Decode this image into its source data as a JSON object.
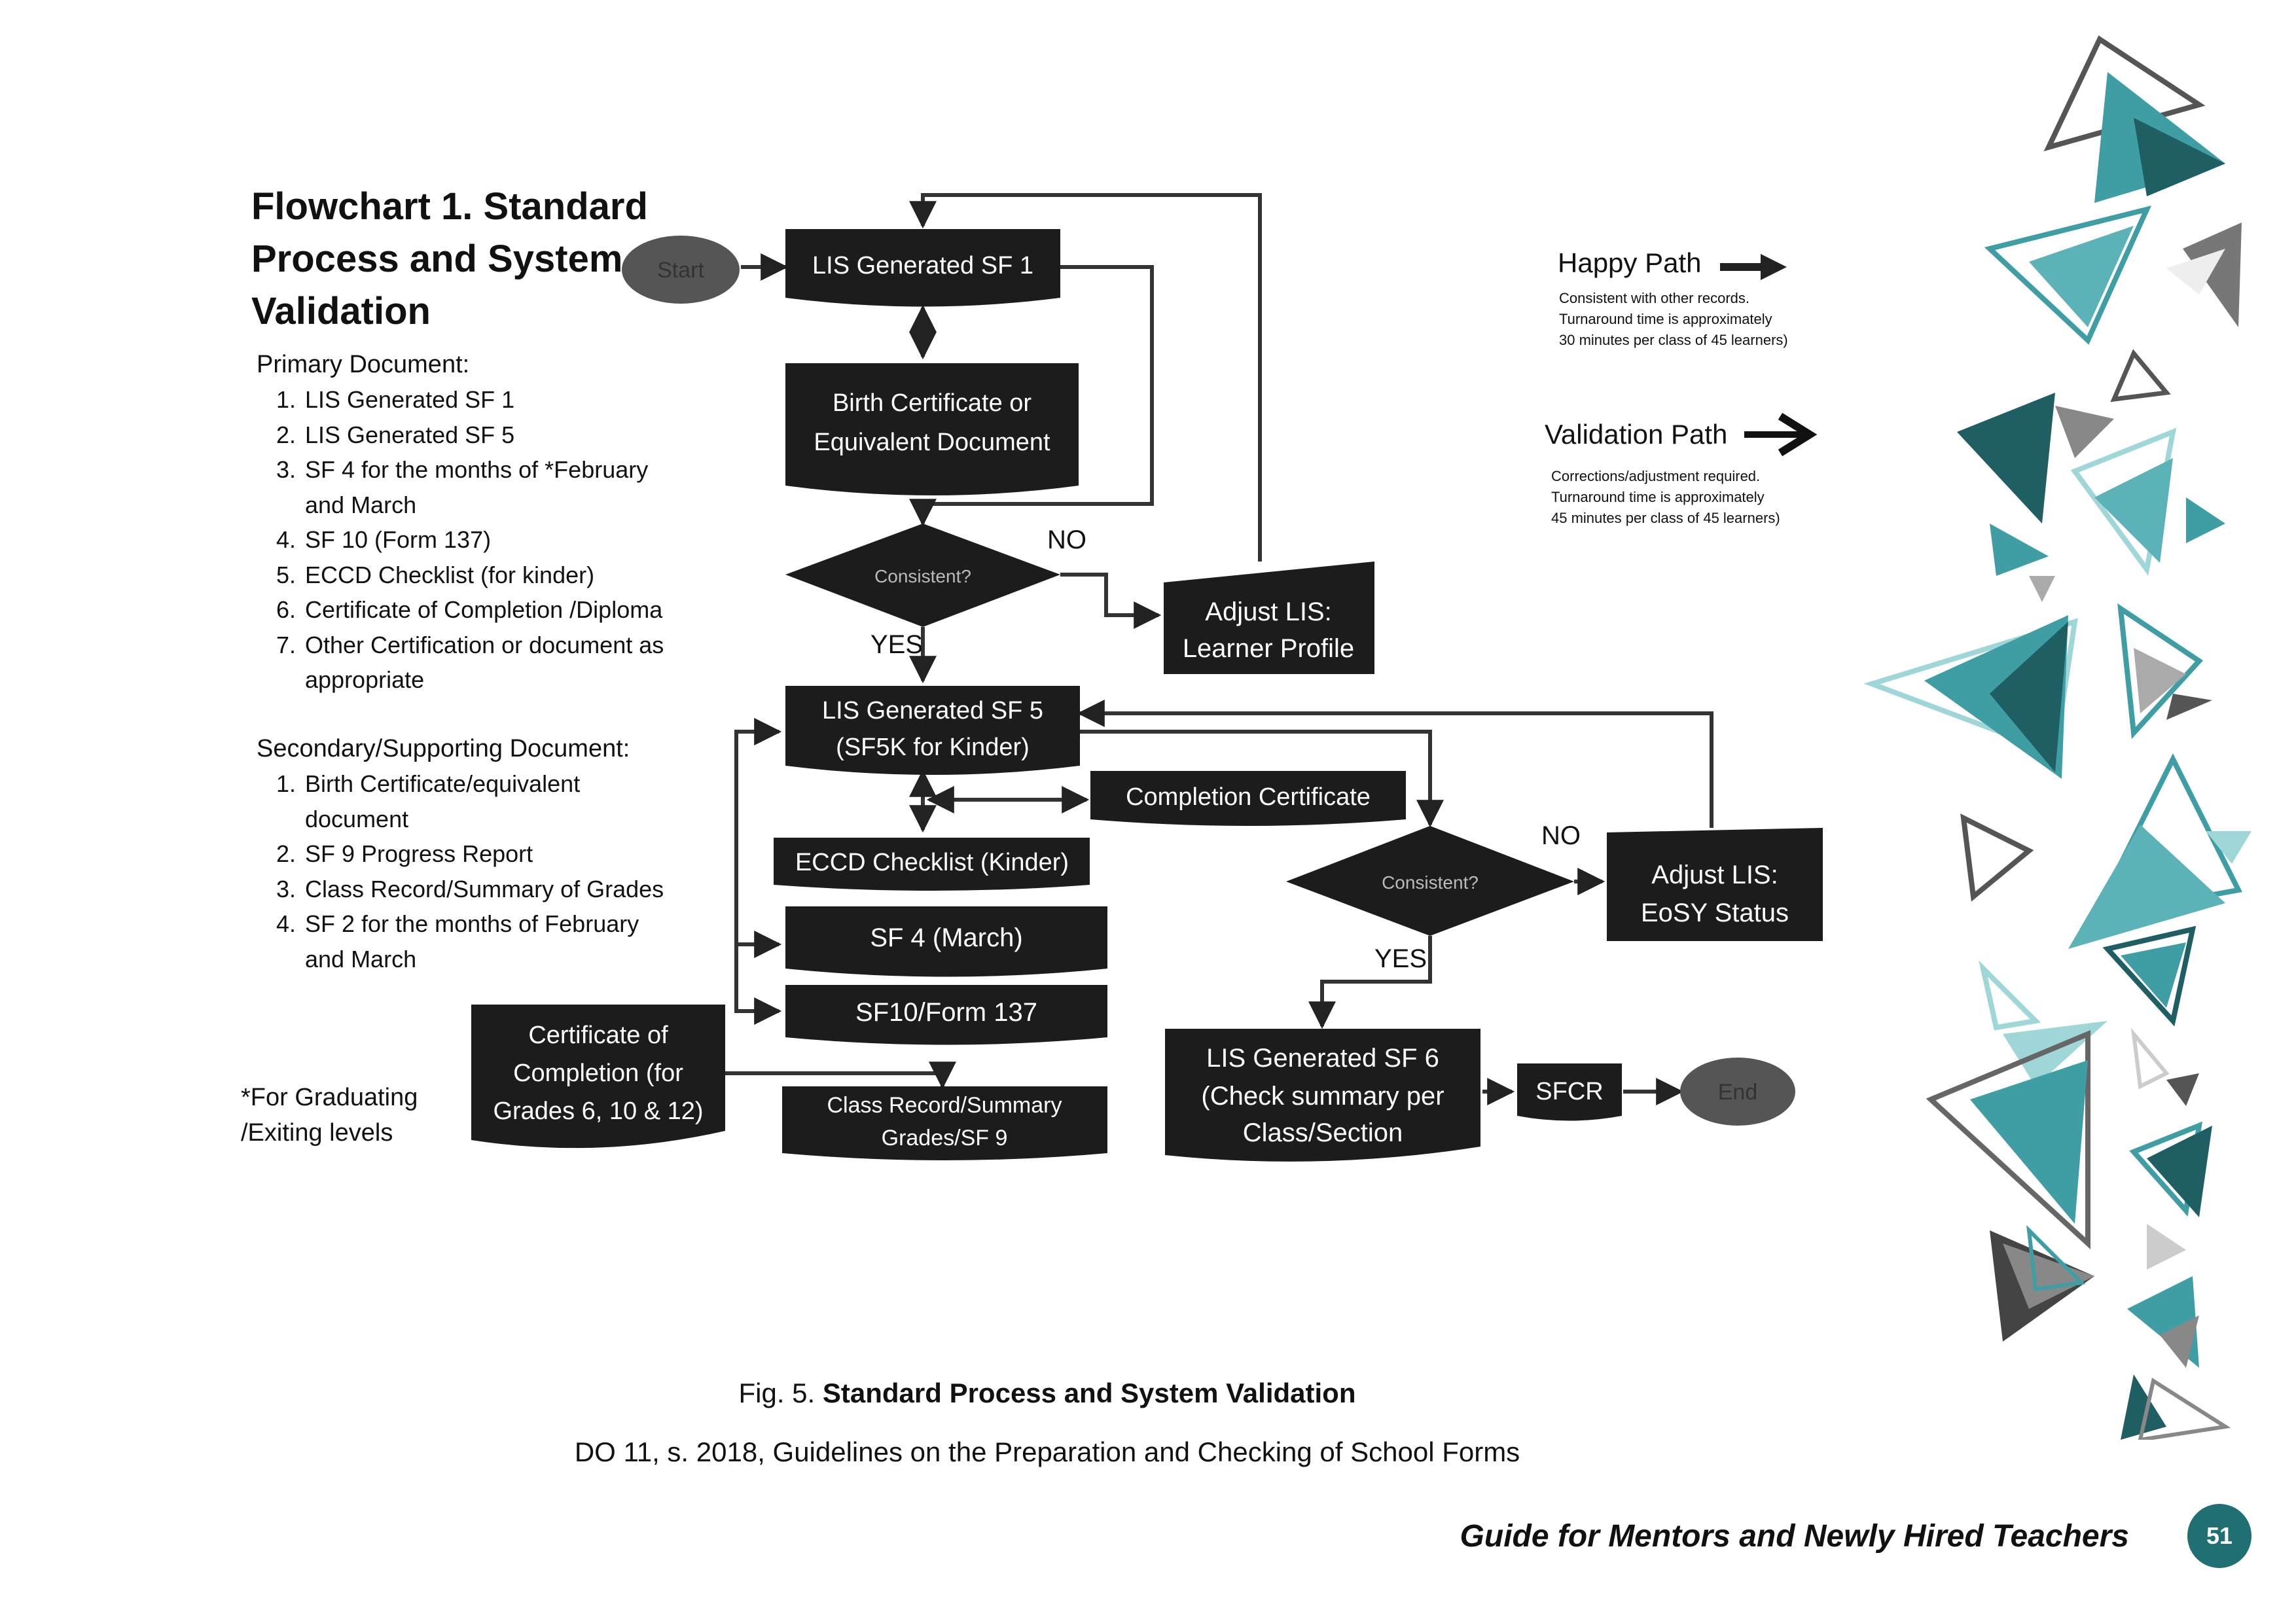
{
  "title": "Flowchart 1.  Standard Process  and System Validation",
  "primary": {
    "heading": "Primary Document:",
    "items": [
      "LIS Generated SF 1",
      "LIS Generated SF 5",
      "SF 4 for the months of *February and March",
      "SF 10 (Form 137)",
      "ECCD Checklist  (for kinder)",
      "Certificate of Completion /Diploma",
      "Other Certification  or document as appropriate"
    ]
  },
  "secondary": {
    "heading": "Secondary/Supporting Document:",
    "items": [
      "Birth Certificate/equivalent document",
      "SF 9 Progress Report",
      "Class Record/Summary of Grades",
      "SF 2 for the months of February and March"
    ]
  },
  "note": [
    "*For Graduating",
    "/Exiting levels"
  ],
  "legend": {
    "happy_title": "Happy Path",
    "happy_desc": [
      "Consistent with other records.",
      "Turnaround time is  approximately",
      "30 minutes per class of 45 learners)"
    ],
    "validation_title": "Validation Path",
    "validation_desc": [
      "Corrections/adjustment required.",
      "Turnaround time is  approximately",
      "45  minutes per class of 45 learners)"
    ]
  },
  "flow": {
    "start": "Start",
    "end": "End",
    "sf1": "LIS Generated SF 1",
    "birth": [
      "Birth Certificate or",
      "Equivalent Document"
    ],
    "consistent1": "Consistent?",
    "no1": "NO",
    "yes1": "YES",
    "adjust_profile": [
      "Adjust LIS:",
      "Learner Profile"
    ],
    "sf5": [
      "LIS Generated SF 5",
      "(SF5K for Kinder)"
    ],
    "completion_cert": "Completion Certificate",
    "eccd": "ECCD Checklist (Kinder)",
    "sf4": "SF 4 (March)",
    "sf10": "SF10/Form 137",
    "class_record": [
      "Class Record/Summary",
      "Grades/SF 9"
    ],
    "cert_completion": [
      "Certificate of",
      "Completion (for",
      "Grades 6, 10 & 12)"
    ],
    "consistent2": "Consistent?",
    "no2": "NO",
    "yes2": "YES",
    "adjust_eosy": [
      "Adjust LIS:",
      "EoSY Status"
    ],
    "sf6": [
      "LIS Generated SF 6",
      "(Check summary per",
      "Class/Section"
    ],
    "sfcr": "SFCR"
  },
  "caption": {
    "prefix": "Fig. 5. ",
    "bold": "Standard Process and System Validation",
    "source": "DO 11, s. 2018, Guidelines on the Preparation and Checking of School Forms"
  },
  "footer": "Guide for Mentors and Newly Hired Teachers",
  "page_number": "51",
  "colors": {
    "box": "#1c1c1c",
    "ellipse": "#555555",
    "teal": "#3f9ea3",
    "teal_dark": "#1f5f63",
    "teal_light": "#9fd6d8"
  }
}
